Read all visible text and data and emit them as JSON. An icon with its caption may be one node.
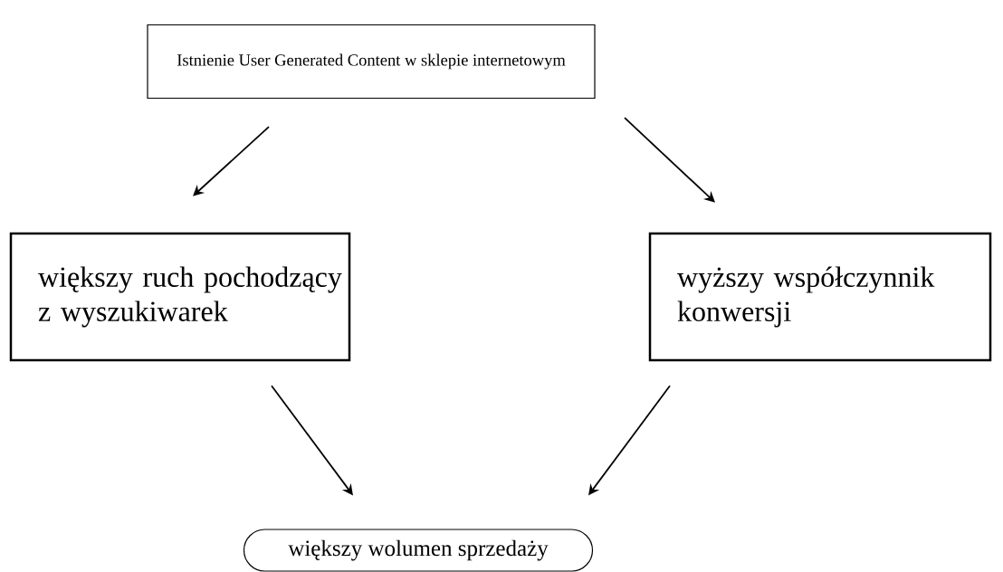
{
  "diagram": {
    "nodes": [
      {
        "text": [
          "Istnienie User Generated Content w sklepie internetowym"
        ]
      },
      {
        "text": [
          "większy ruch pochodzący z wyszukiwarek"
        ]
      },
      {
        "text": [
          "wyższy współczynnik konwersji"
        ]
      },
      {
        "text": [
          "większy wolumen sprzedaży"
        ]
      }
    ],
    "edges": [
      {
        "from": 0,
        "to": 1,
        "arrow": "to"
      },
      {
        "from": 0,
        "to": 2,
        "arrow": "to"
      },
      {
        "from": 1,
        "to": 3,
        "arrow": "to"
      },
      {
        "from": 2,
        "to": 3,
        "arrow": "to"
      }
    ]
  }
}
